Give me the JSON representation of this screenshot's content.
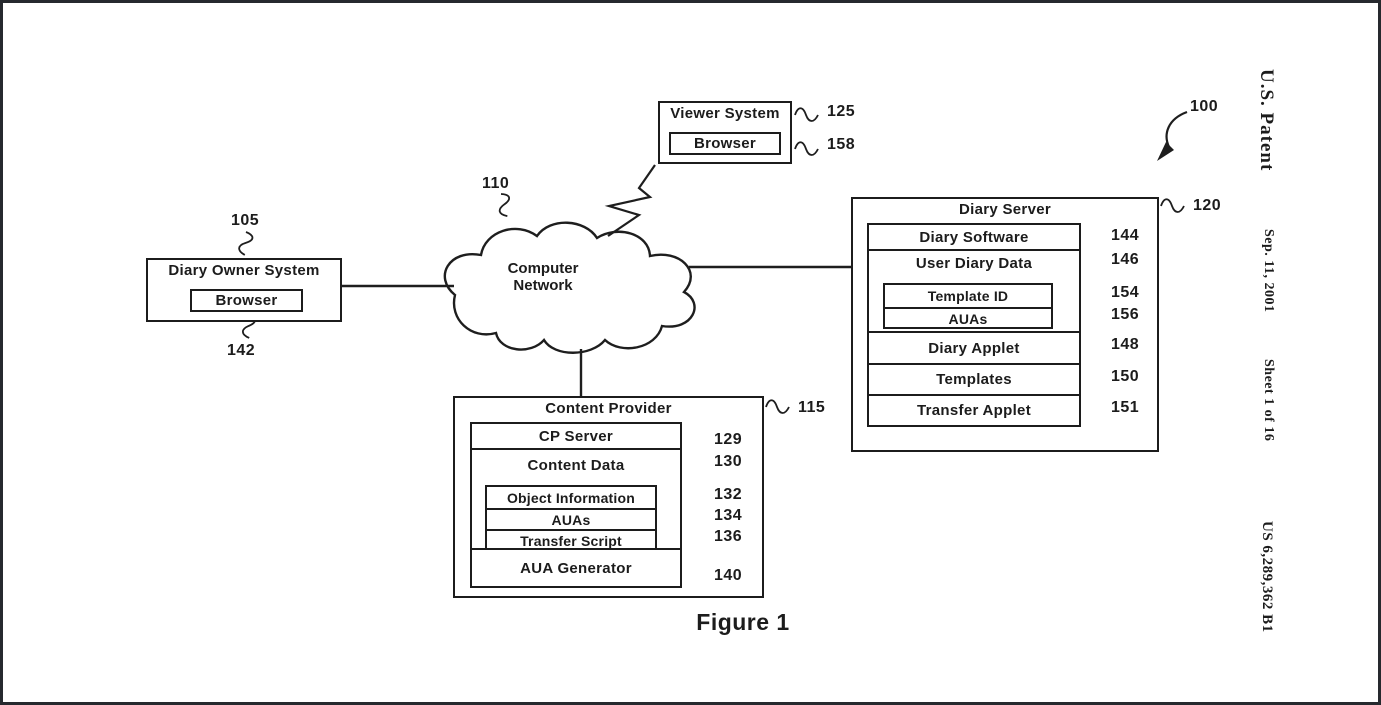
{
  "margin": {
    "office": "U.S. Patent",
    "date": "Sep. 11, 2001",
    "sheet": "Sheet 1 of 16",
    "number": "US 6,289,362 B1"
  },
  "figure": {
    "caption": "Figure 1",
    "system_ref": "100"
  },
  "nodes": {
    "viewer_system": {
      "title": "Viewer System",
      "ref": "125",
      "browser": {
        "label": "Browser",
        "ref": "158"
      }
    },
    "diary_owner_system": {
      "title": "Diary Owner System",
      "ref": "105",
      "browser": {
        "label": "Browser",
        "ref": "142"
      }
    },
    "computer_network": {
      "label": "Computer\nNetwork",
      "ref": "110"
    },
    "diary_server": {
      "title": "Diary Server",
      "ref": "120",
      "diary_software": {
        "label": "Diary Software",
        "ref": "144"
      },
      "user_diary_data": {
        "label": "User Diary Data",
        "ref": "146",
        "template_id": {
          "label": "Template ID",
          "ref": "154"
        },
        "auas": {
          "label": "AUAs",
          "ref": "156"
        }
      },
      "diary_applet": {
        "label": "Diary Applet",
        "ref": "148"
      },
      "templates": {
        "label": "Templates",
        "ref": "150"
      },
      "transfer_applet": {
        "label": "Transfer Applet",
        "ref": "151"
      }
    },
    "content_provider": {
      "title": "Content Provider",
      "ref": "115",
      "cp_server": {
        "label": "CP Server",
        "ref": "129"
      },
      "content_data": {
        "label": "Content Data",
        "ref": "130",
        "object_information": {
          "label": "Object Information",
          "ref": "132"
        },
        "auas": {
          "label": "AUAs",
          "ref": "134"
        },
        "transfer_script": {
          "label": "Transfer Script",
          "ref": "136"
        }
      },
      "aua_generator": {
        "label": "AUA Generator",
        "ref": "140"
      }
    }
  }
}
